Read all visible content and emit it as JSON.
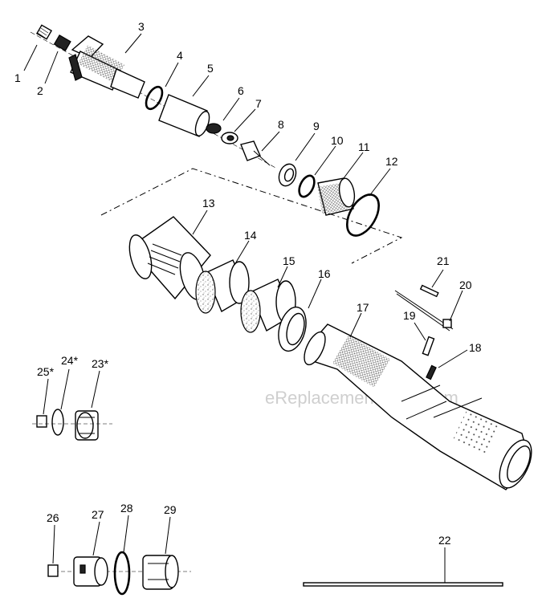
{
  "labels": {
    "p1": "1",
    "p2": "2",
    "p3": "3",
    "p4": "4",
    "p5": "5",
    "p6": "6",
    "p7": "7",
    "p8": "8",
    "p9": "9",
    "p10": "10",
    "p11": "11",
    "p12": "12",
    "p13": "13",
    "p14": "14",
    "p15": "15",
    "p16": "16",
    "p17": "17",
    "p18": "18",
    "p19": "19",
    "p20": "20",
    "p21": "21",
    "p22": "22",
    "p23": "23*",
    "p24": "24*",
    "p25": "25*",
    "p26": "26",
    "p27": "27",
    "p28": "28",
    "p29": "29"
  },
  "watermark": "eReplacementParts.com"
}
